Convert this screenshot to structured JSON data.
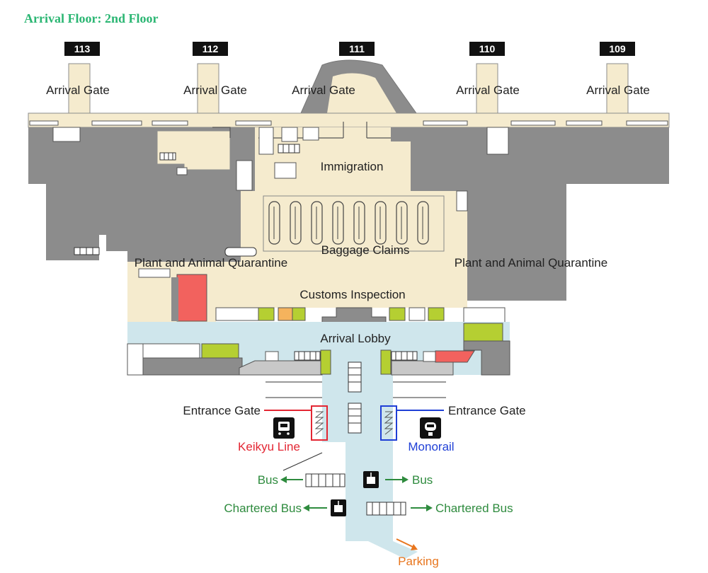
{
  "title": "Arrival Floor: 2nd Floor",
  "gates": [
    {
      "number": "113",
      "label": "Arrival Gate"
    },
    {
      "number": "112",
      "label": "Arrival Gate"
    },
    {
      "number": "111",
      "label": "Arrival Gate"
    },
    {
      "number": "110",
      "label": "Arrival Gate"
    },
    {
      "number": "109",
      "label": "Arrival Gate"
    }
  ],
  "areas": {
    "immigration": "Immigration",
    "baggage_claims": "Baggage Claims",
    "quarantine_left": "Plant and Animal Quarantine",
    "quarantine_right": "Plant and Animal Quarantine",
    "customs": "Customs Inspection",
    "arrival_lobby": "Arrival Lobby"
  },
  "transport": {
    "entrance_gate_left": "Entrance Gate",
    "entrance_gate_right": "Entrance Gate",
    "keikyu": "Keikyu Line",
    "monorail": "Monorail",
    "bus_left": "Bus",
    "bus_right": "Bus",
    "chartered_left": "Chartered Bus",
    "chartered_right": "Chartered Bus",
    "parking": "Parking"
  },
  "colors": {
    "floor": "#f5ebce",
    "restricted": "#8c8c8c",
    "lobby": "#cfe6ec",
    "facility_green": "#b5cf32",
    "facility_red": "#f2625e",
    "facility_orange": "#f5b35d",
    "keikyu": "#e32633",
    "monorail": "#1f3fd6",
    "bus": "#2e8b3e",
    "parking": "#e8761e"
  },
  "icons": [
    "train-icon",
    "monorail-icon",
    "bus-stop-icon",
    "arrow-icon"
  ]
}
